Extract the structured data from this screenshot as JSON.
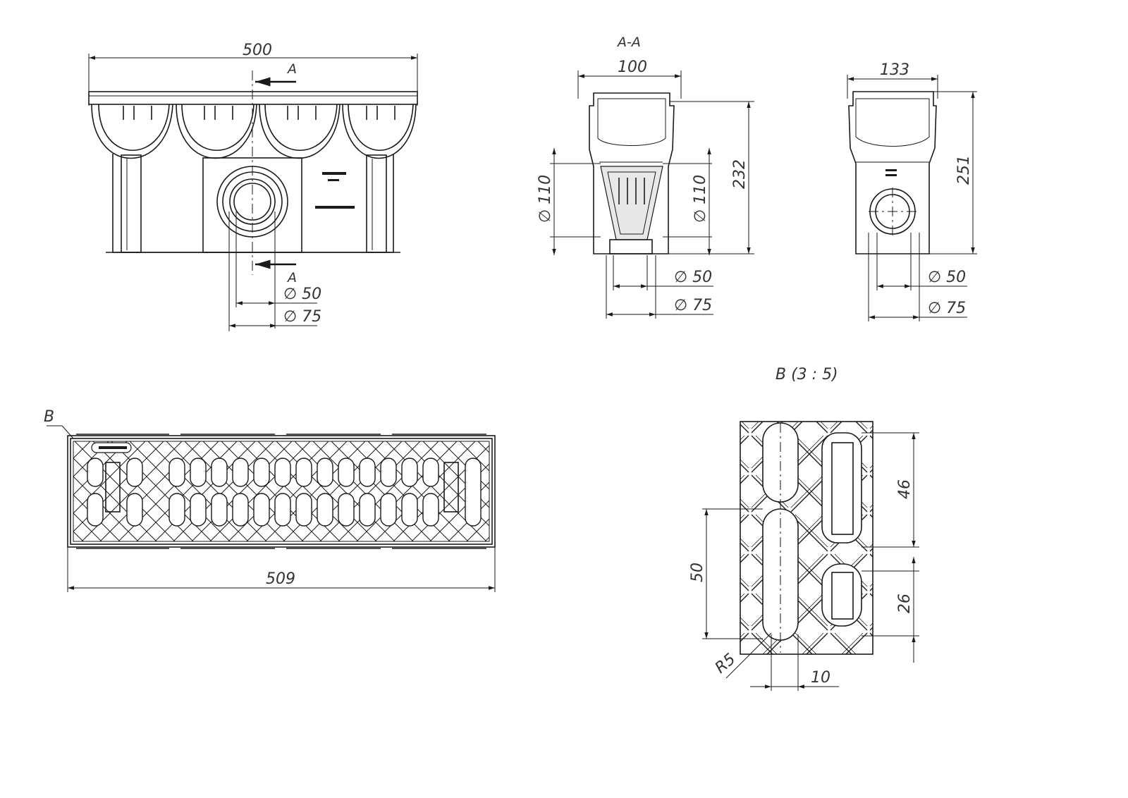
{
  "front_view": {
    "width": "500",
    "section_mark_top": "A",
    "section_mark_bottom": "A",
    "dia_inner": "∅ 50",
    "dia_outer": "∅ 75"
  },
  "section_view": {
    "title": "A-A",
    "width": "100",
    "height": "232",
    "dia_left": "∅ 110",
    "dia_right": "∅ 110",
    "dia_inner": "∅ 50",
    "dia_outer": "∅ 75"
  },
  "side_view": {
    "width": "133",
    "height": "251",
    "dia_inner": "∅ 50",
    "dia_outer": "∅ 75"
  },
  "grate_view": {
    "detail_mark": "B",
    "length": "509"
  },
  "detail_view": {
    "title": "B (3 : 5)",
    "dim_46": "46",
    "dim_26": "26",
    "dim_50": "50",
    "radius": "R5",
    "dim_10": "10"
  }
}
